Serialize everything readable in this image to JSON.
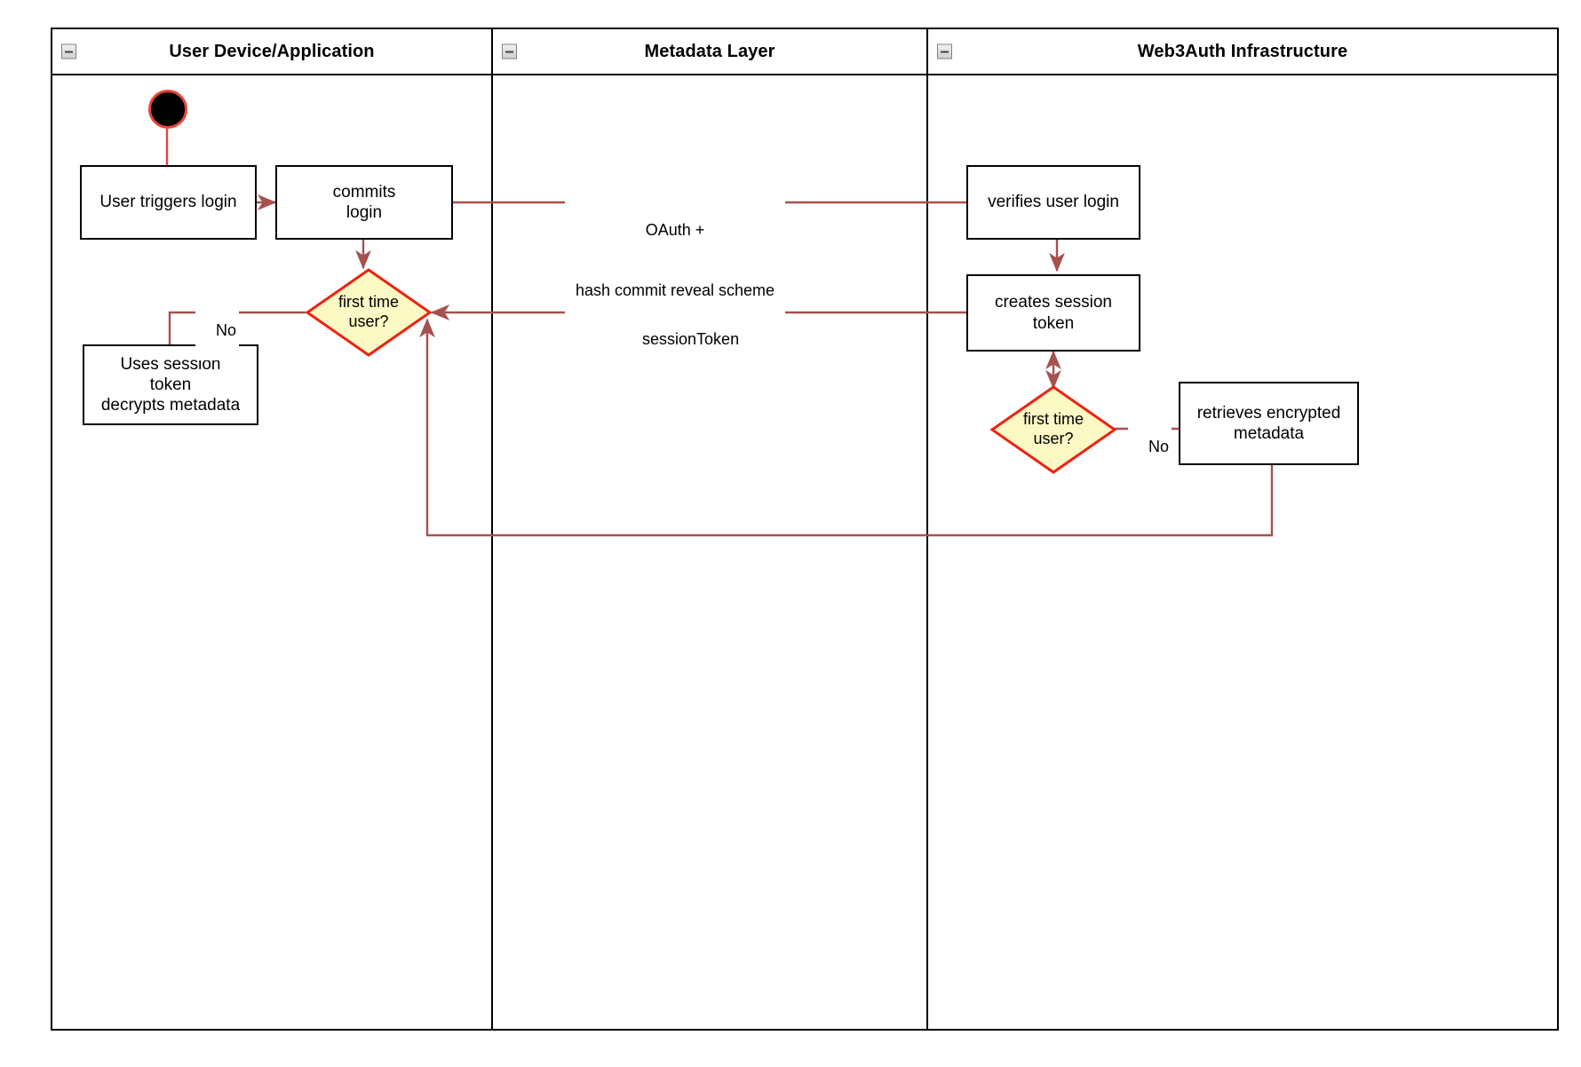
{
  "diagram": {
    "type": "uml-activity-swimlane",
    "accent_red": "#ee2211",
    "edge_color": "#a75050",
    "diamond_fill": "#fdf9c4",
    "lane_border": "#000000"
  },
  "lanes": [
    {
      "id": "user-device",
      "title": "User Device/Application",
      "collapse_icon": "collapse-minus-icon"
    },
    {
      "id": "metadata-layer",
      "title": "Metadata Layer",
      "collapse_icon": "collapse-minus-icon"
    },
    {
      "id": "web3auth",
      "title": "Web3Auth Infrastructure",
      "collapse_icon": "collapse-minus-icon"
    }
  ],
  "nodes": {
    "start": {
      "name": "start-node",
      "shape": "initial-state"
    },
    "user_triggers_login": {
      "label": "User triggers login",
      "shape": "action"
    },
    "commits_login": {
      "label": "commits\nlogin",
      "line1": "commits",
      "line2": "login",
      "shape": "action"
    },
    "decision_left": {
      "line1": "first time",
      "line2": "user?",
      "shape": "decision"
    },
    "uses_session_token": {
      "line1": "Uses session",
      "line2": "token",
      "line3": "decrypts metadata",
      "shape": "action"
    },
    "verifies_user_login": {
      "label": "verifies user login",
      "shape": "action"
    },
    "creates_session_token": {
      "line1": "creates session",
      "line2": "token",
      "shape": "action"
    },
    "decision_right": {
      "line1": "first time",
      "line2": "user?",
      "shape": "decision"
    },
    "retrieves_encrypted_metadata": {
      "line1": "retrieves encrypted",
      "line2": "metadata",
      "shape": "action"
    }
  },
  "edges": [
    {
      "id": "start-to-trigger",
      "label": "",
      "arrow": "none"
    },
    {
      "id": "trigger-to-commits",
      "label": "",
      "arrow": "single"
    },
    {
      "id": "commits-to-decision",
      "label": "",
      "arrow": "single"
    },
    {
      "id": "commits-to-verifies",
      "label": "OAuth +\nhash commit reveal scheme",
      "line1": "OAuth +",
      "line2": "hash commit reveal scheme",
      "arrow": "none"
    },
    {
      "id": "verifies-to-creates",
      "label": "",
      "arrow": "single"
    },
    {
      "id": "creates-to-decision-right",
      "label": "",
      "arrow": "double"
    },
    {
      "id": "creates-to-decision-left",
      "label": "sessionToken",
      "arrow": "single"
    },
    {
      "id": "decision-left-no",
      "label": "No",
      "arrow": "none"
    },
    {
      "id": "decision-right-no",
      "label": "No",
      "arrow": "none"
    },
    {
      "id": "retrieves-return",
      "label": "",
      "arrow": "single"
    }
  ]
}
